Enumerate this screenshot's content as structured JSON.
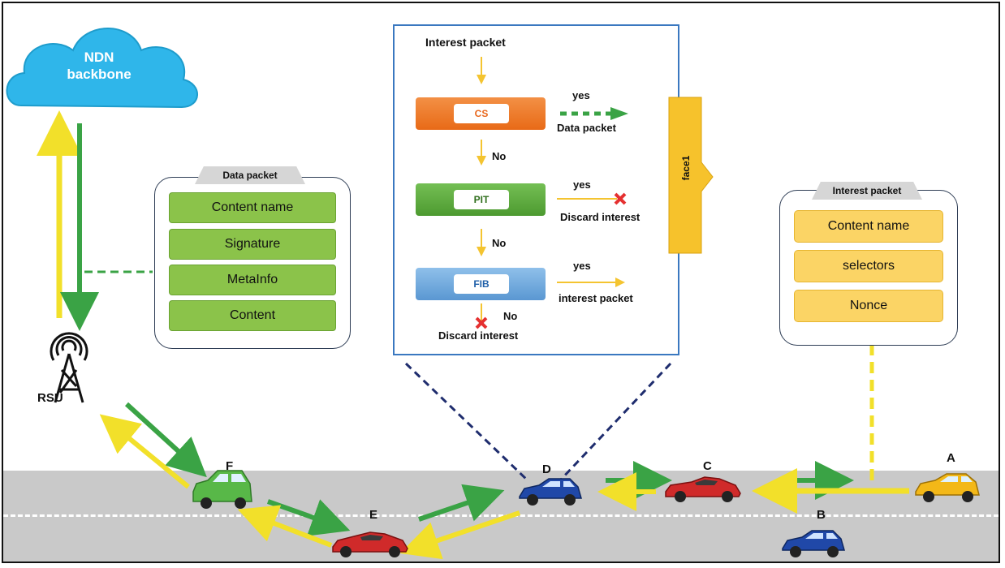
{
  "backbone": {
    "label_line1": "NDN",
    "label_line2": "backbone"
  },
  "rsu": {
    "label": "RSU"
  },
  "data_packet": {
    "tab": "Data packet",
    "fields": [
      "Content name",
      "Signature",
      "MetaInfo",
      "Content"
    ]
  },
  "interest_packet": {
    "tab": "Interest packet",
    "fields": [
      "Content name",
      "selectors",
      "Nonce"
    ]
  },
  "flowchart": {
    "title": "Interest packet",
    "cs": {
      "label": "CS",
      "yes": "yes",
      "yes_result": "Data packet",
      "no": "No"
    },
    "pit": {
      "label": "PIT",
      "yes": "yes",
      "yes_result": "Discard interest",
      "no": "No"
    },
    "fib": {
      "label": "FIB",
      "yes": "yes",
      "yes_result": "interest packet",
      "no": "No",
      "no_result": "Discard interest"
    },
    "face": "face1"
  },
  "vehicles": [
    "A",
    "B",
    "C",
    "D",
    "E",
    "F"
  ],
  "colors": {
    "cloud": "#2fb6ea",
    "data_arrow": "#3aa345",
    "interest_arrow": "#f2e02a",
    "cs_bar": "#ef7a26",
    "pit_bar": "#5cab3b",
    "fib_bar": "#6fa8dc",
    "discard_mark": "#e53030",
    "road": "#c9c9c9",
    "flow_border": "#3a78c0"
  }
}
